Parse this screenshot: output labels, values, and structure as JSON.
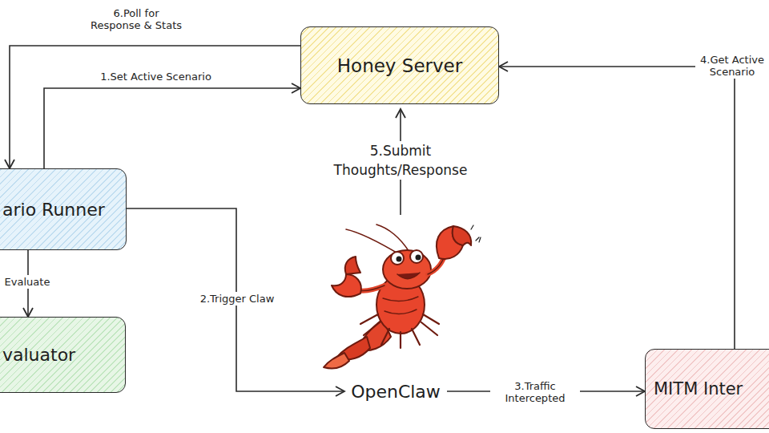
{
  "diagram": {
    "nodes": [
      {
        "text": [
          "Honey Server"
        ]
      },
      {
        "text": [
          "ario Runner"
        ]
      },
      {
        "text": [
          "valuator"
        ]
      },
      {
        "text": [
          "OpenClaw"
        ]
      },
      {
        "text": [
          "MITM Inter"
        ]
      }
    ],
    "edges": [
      {
        "from": 0,
        "to": 1,
        "arrow": "to",
        "label": "6.Poll for Response & Stats"
      },
      {
        "from": 1,
        "to": 0,
        "arrow": "to",
        "label": "1.Set Active Scenario"
      },
      {
        "from": 1,
        "to": 3,
        "arrow": "to",
        "label": "2.Trigger Claw"
      },
      {
        "from": 3,
        "to": 4,
        "arrow": "to",
        "label": "3.Traffic Intercepted"
      },
      {
        "from": 4,
        "to": 0,
        "arrow": "to",
        "label": "4.Get Active Scenario"
      },
      {
        "from": 1,
        "to": 2,
        "arrow": "to",
        "label": "Evaluate"
      }
    ],
    "labels": [
      "5.Submit Thoughts/Response"
    ]
  }
}
